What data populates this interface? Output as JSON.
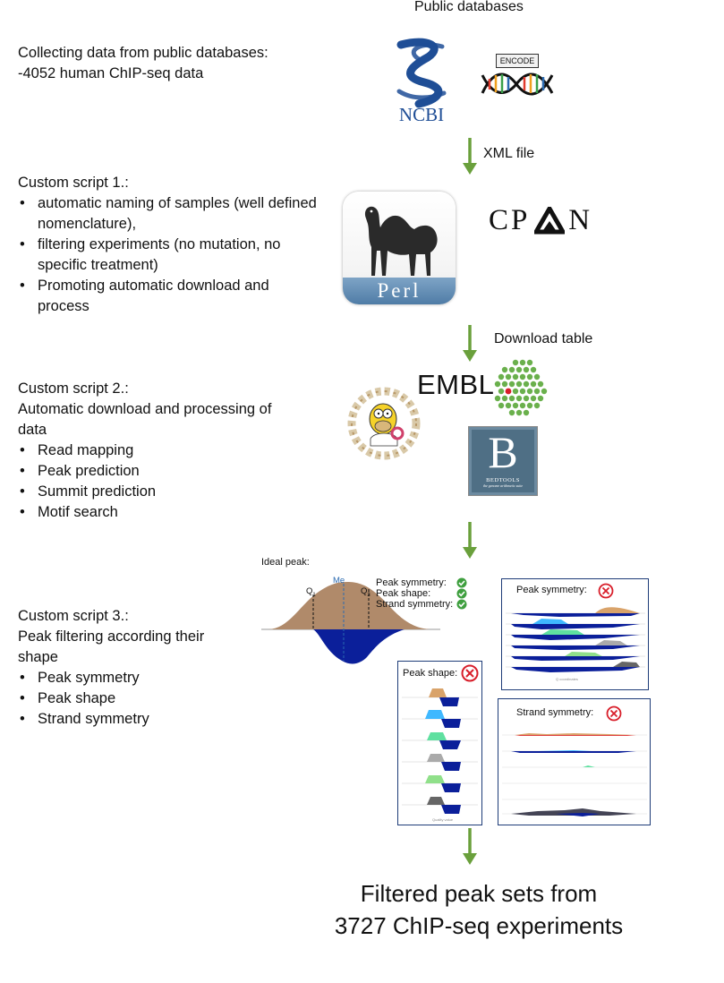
{
  "header": {
    "public_databases": "Public databases"
  },
  "steps": [
    {
      "title": "Collecting data from public databases:",
      "lines": [
        "-4052 human ChIP-seq data"
      ]
    },
    {
      "title": "Custom script 1.:",
      "bullets": [
        "automatic naming of samples (well defined nomenclature),",
        "filtering experiments (no mutation, no specific treatment)",
        "Promoting automatic download and process"
      ]
    },
    {
      "title": "Custom  script 2.:",
      "subtitle": "Automatic download and processing of data",
      "bullets": [
        "Read mapping",
        "Peak prediction",
        "Summit prediction",
        "Motif search"
      ]
    },
    {
      "title": "Custom script 3.:",
      "subtitle": "Peak filtering according their shape",
      "bullets": [
        "Peak symmetry",
        "Peak shape",
        "Strand symmetry"
      ]
    }
  ],
  "arrows": {
    "xml": "XML file",
    "download": "Download table"
  },
  "logos": {
    "ncbi": "NCBI",
    "encode": "ENCODE",
    "cpan": {
      "c": "CP",
      "n": "N"
    },
    "perl": "Perl",
    "embl": "EMBL",
    "bedtools": {
      "letter": "B",
      "name": "BEDTOOLS",
      "tagline": "the genome arithmetic suite"
    }
  },
  "ideal_peak": {
    "title": "Ideal peak:",
    "me": "Me",
    "q1": "Q",
    "q3": "Q",
    "q1_sub": "1",
    "q3_sub": "3",
    "checks": [
      "Peak symmetry:",
      "Peak shape:",
      "Strand symmetry:"
    ]
  },
  "panels": {
    "symmetry": "Peak symmetry:",
    "shape": "Peak shape:",
    "strand": "Strand symmetry:",
    "shape_axis": "Quality value",
    "symmetry_axis": "Q coordinates"
  },
  "result": {
    "line1": "Filtered peak sets from",
    "line2": "3727 ChIP-seq experiments"
  },
  "colors": {
    "arrow": "#6aa03c",
    "peak_top": "#b08a6a",
    "peak_bottom": "#0b1f9a",
    "check": "#3f9f3f",
    "cross": "#d81e2a",
    "panel_border": "#1e3c78",
    "embl_green": "#6ab04c",
    "me_blue": "#2a6ab0"
  },
  "icons": [
    "ncbi-logo",
    "encode-logo",
    "cpan-logo",
    "perl-camel-icon",
    "embl-logo",
    "homer-icon",
    "bedtools-logo",
    "check-icon",
    "cross-icon",
    "down-arrow-icon"
  ]
}
